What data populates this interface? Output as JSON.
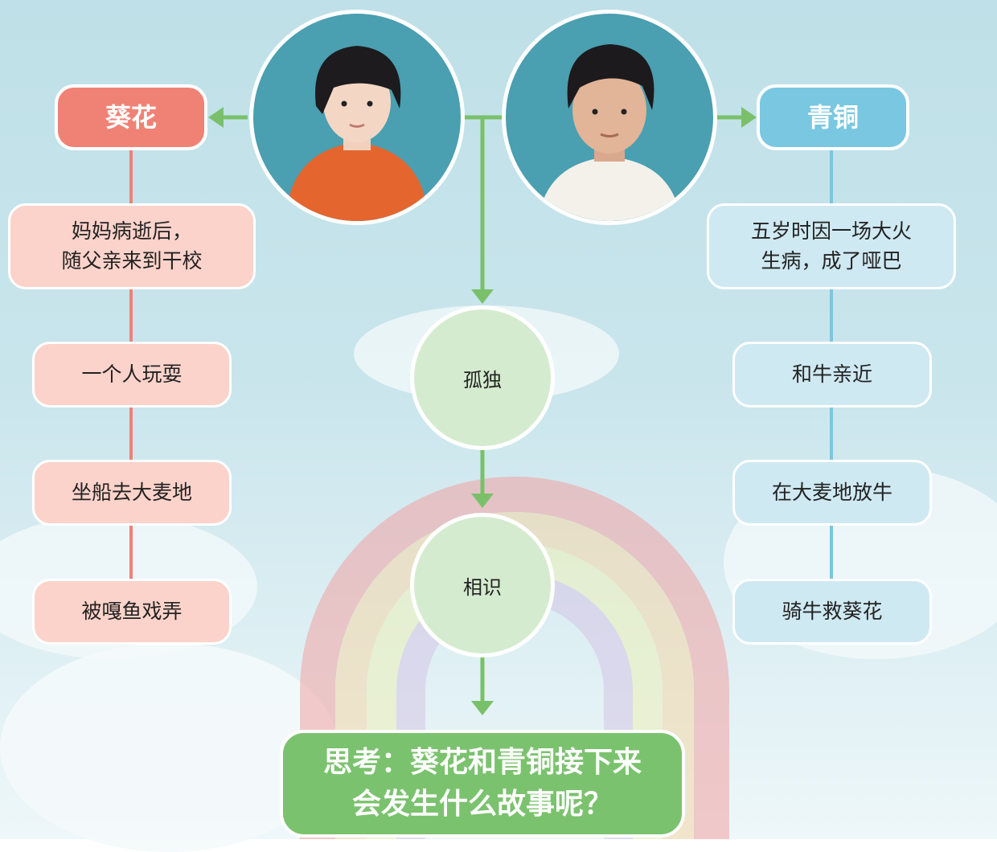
{
  "kuihua": {
    "title": "葵花",
    "events": [
      "妈妈病逝后，\n随父亲来到干校",
      "一个人玩耍",
      "坐船去大麦地",
      "被嘎鱼戏弄"
    ]
  },
  "qingtong": {
    "title": "青铜",
    "events": [
      "五岁时因一场大火\n生病，成了哑巴",
      "和牛亲近",
      "在大麦地放牛",
      "骑牛救葵花"
    ]
  },
  "center": {
    "nodes": [
      "孤独",
      "相识"
    ]
  },
  "question": {
    "line1": "思考：葵花和青铜接下来",
    "line2": "会发生什么故事呢？"
  },
  "colors": {
    "arrow": "#7ac06b",
    "kuihua": "#ef8275",
    "qingtong": "#79c7e1",
    "node": "#d5ebcf"
  }
}
